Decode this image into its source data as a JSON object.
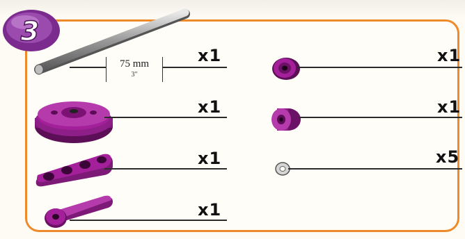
{
  "step": {
    "number": "3"
  },
  "rod": {
    "length_mm": "75 mm",
    "length_in": "3\""
  },
  "parts_left": [
    {
      "name": "rod",
      "quantity": "x1"
    },
    {
      "name": "pulley",
      "quantity": "x1"
    },
    {
      "name": "beam",
      "quantity": "x1"
    },
    {
      "name": "crank",
      "quantity": "x1"
    }
  ],
  "parts_right": [
    {
      "name": "wheel-hub",
      "quantity": "x1"
    },
    {
      "name": "spacer",
      "quantity": "x1"
    },
    {
      "name": "washer",
      "quantity": "x5"
    }
  ],
  "colors": {
    "accent_orange": "#ef8a2a",
    "part_magenta": "#a3209a",
    "badge_purple": "#7b2a8e"
  }
}
